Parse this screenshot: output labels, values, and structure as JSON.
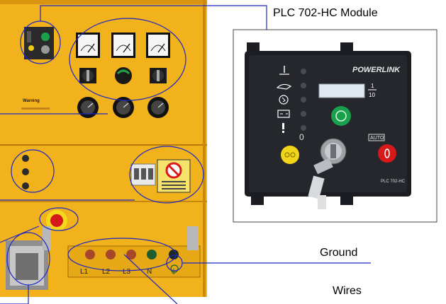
{
  "labels": {
    "module_title": "PLC 702-HC Module",
    "ground": "Ground",
    "wires": "Wires"
  },
  "module": {
    "brand": "POWERLINK",
    "model": "PLC 702-HC",
    "auto_label": "AUTO",
    "display_top": "1",
    "display_bottom": "10",
    "zero_label": "0"
  },
  "panel": {
    "warning_label": "Warning",
    "terminals": [
      "L1",
      "L2",
      "L3",
      "N"
    ],
    "ground_symbol": "⏚"
  },
  "colors": {
    "panel_yellow": "#f2b21c",
    "panel_dark": "#d99410",
    "annotation_blue": "#1d25c8",
    "module_black": "#1c1d22",
    "button_green": "#18a14a",
    "button_yellow": "#f1d51a",
    "button_red": "#d7191c"
  },
  "icons": [
    "coolant-temp-icon",
    "oil-pressure-icon",
    "charge-icon",
    "battery-icon",
    "warning-icon",
    "key-icon"
  ]
}
